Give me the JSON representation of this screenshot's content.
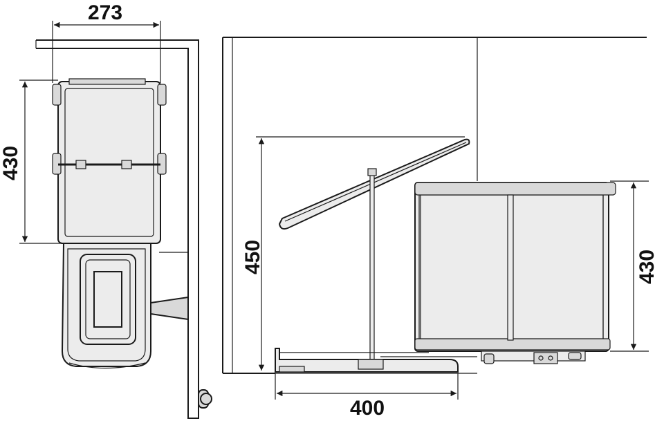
{
  "dimensions": {
    "top_view": {
      "width": "273",
      "depth": "430"
    },
    "side_view": {
      "height_frame": "450",
      "height_bin": "430",
      "extension": "400"
    }
  },
  "colors": {
    "line": "#1a1a1a",
    "fill_light": "#ececec",
    "fill_mid": "#d9d9d9",
    "background": "#ffffff"
  }
}
